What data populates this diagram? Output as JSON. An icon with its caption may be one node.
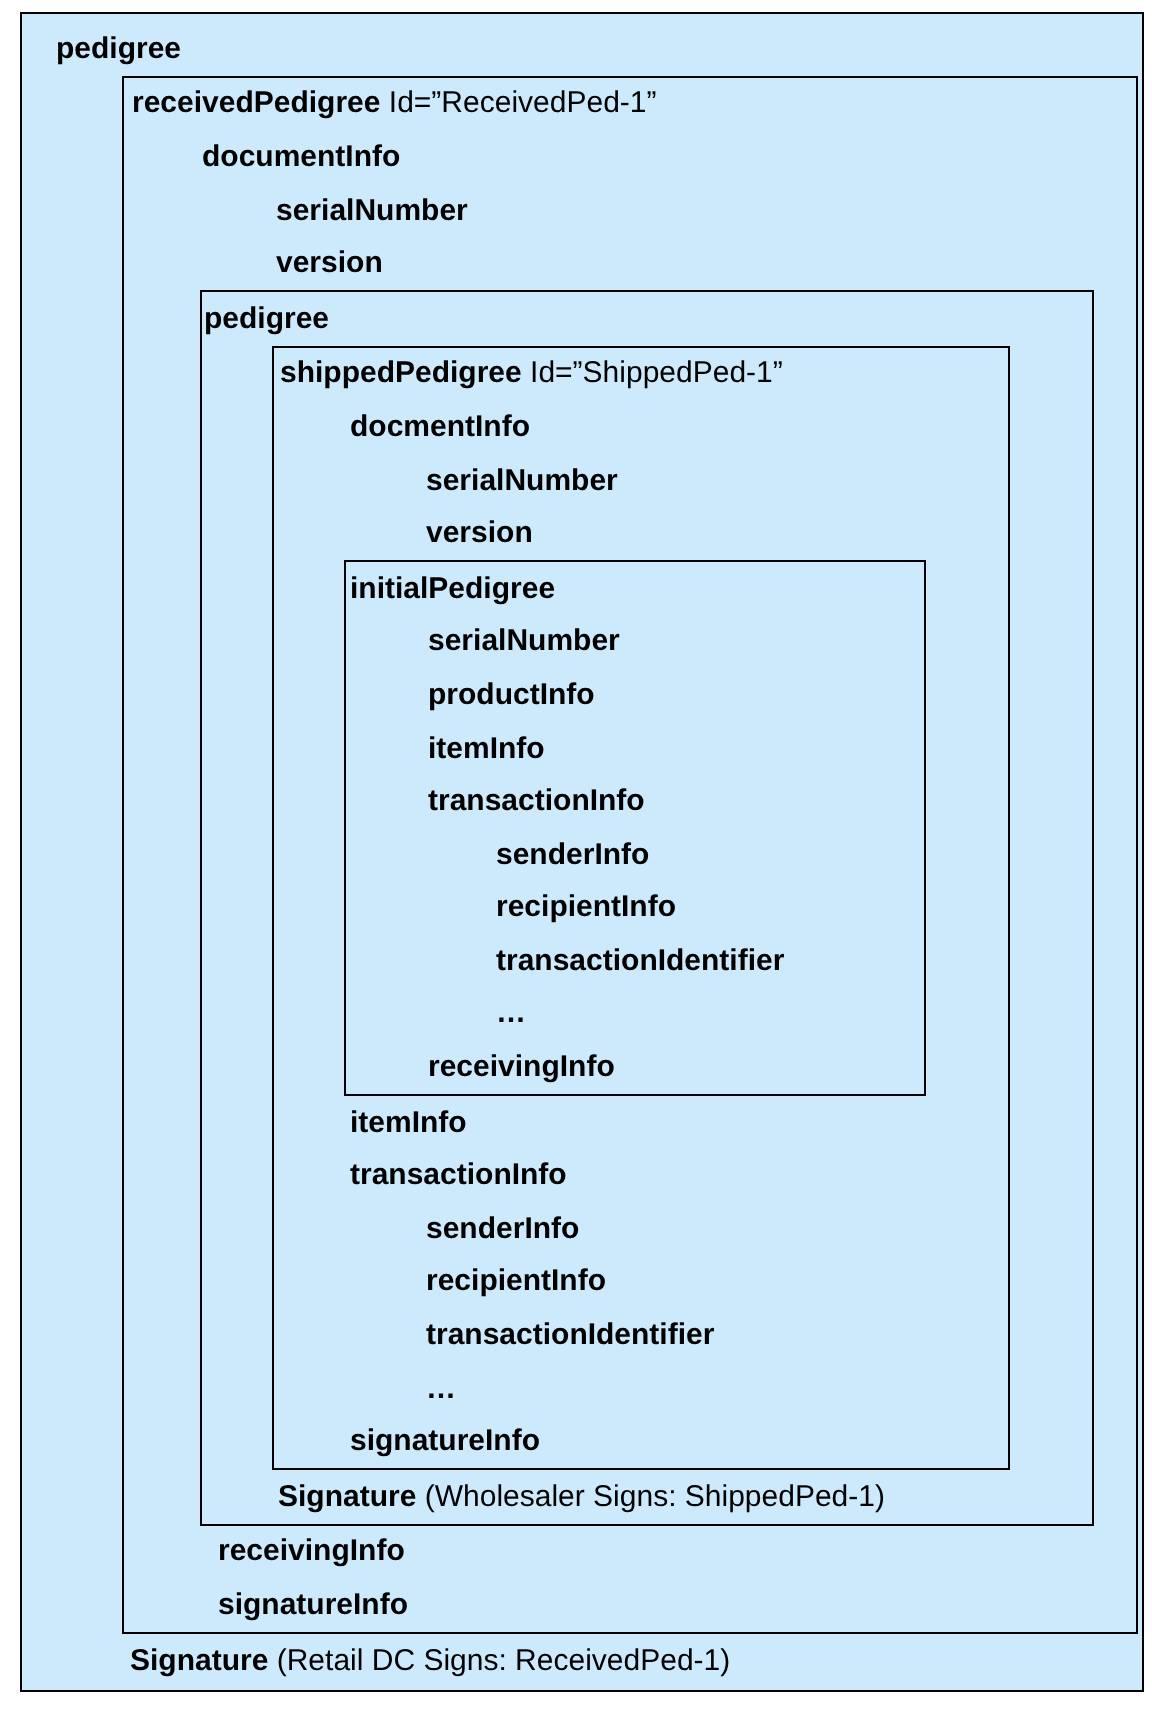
{
  "diagram": {
    "nodes": [
      {
        "text": [
          "pedigree",
          "**Signature** (Retail DC Signs: ReceivedPed-1)"
        ]
      },
      {
        "text": [
          "**receivedPedigree** Id=”ReceivedPed-1”",
          "documentInfo",
          "serialNumber",
          "version",
          "receivingInfo",
          "signatureInfo"
        ],
        "in": 0
      },
      {
        "text": [
          "pedigree",
          "**Signature** (Wholesaler Signs: ShippedPed-1)"
        ],
        "in": 1
      },
      {
        "text": [
          "**shippedPedigree** Id=”ShippedPed-1”",
          "docmentInfo",
          "serialNumber",
          "version",
          "itemInfo",
          "transactionInfo",
          "senderInfo",
          "recipientInfo",
          "transactionIdentifier",
          "…",
          "signatureInfo"
        ],
        "in": 2
      },
      {
        "text": [
          "initialPedigree",
          "serialNumber",
          "productInfo",
          "itemInfo",
          "transactionInfo",
          "senderInfo",
          "recipientInfo",
          "transactionIdentifier",
          "…",
          "receivingInfo"
        ],
        "in": 3
      }
    ]
  }
}
